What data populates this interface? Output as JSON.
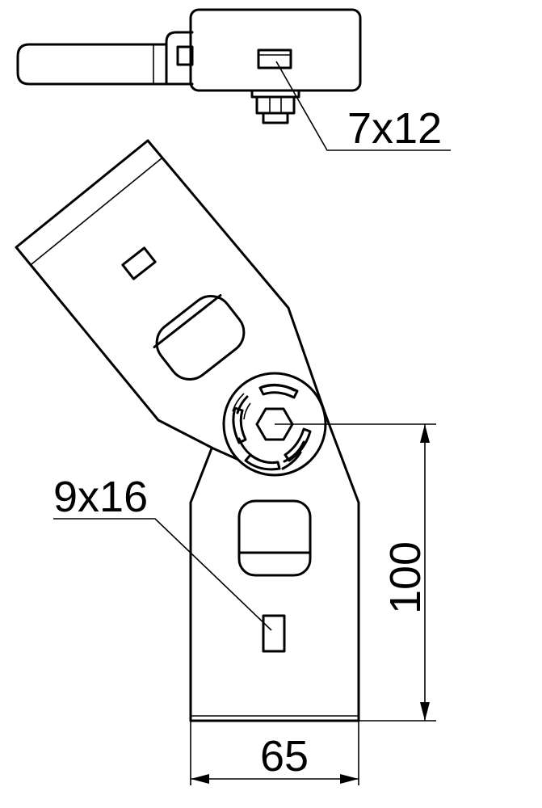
{
  "labels": {
    "top_slot": "7x12",
    "bottom_slot": "9x16",
    "height_dim": "100",
    "width_dim": "65"
  },
  "colors": {
    "line": "#000000",
    "background": "#ffffff"
  }
}
